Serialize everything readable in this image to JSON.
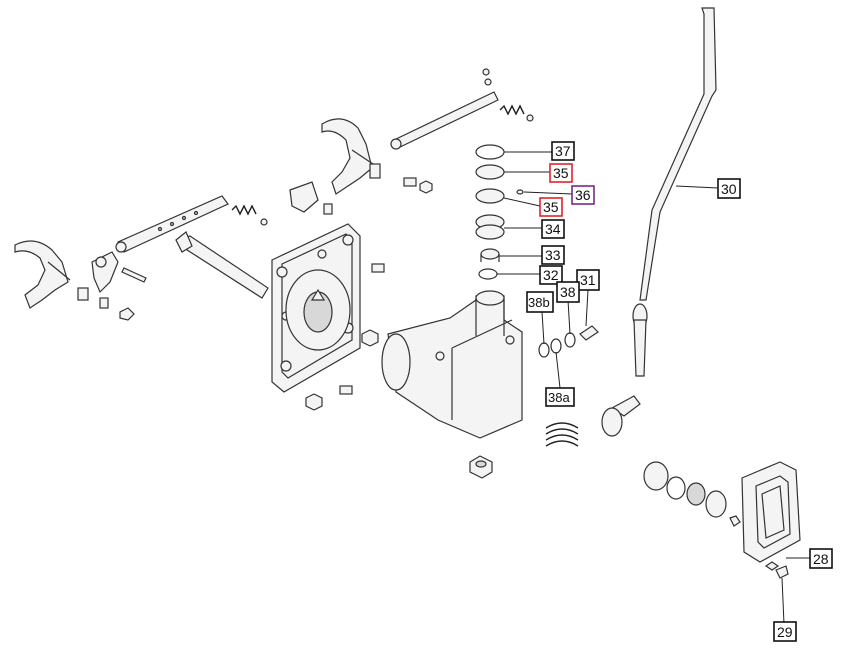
{
  "callouts": {
    "c37": "37",
    "c35a": "35",
    "c36": "36",
    "c35b": "35",
    "c34": "34",
    "c33": "33",
    "c32": "32",
    "c31": "31",
    "c38b": "38b",
    "c38": "38",
    "c38a": "38a",
    "c30": "30",
    "c28": "28",
    "c29": "29"
  },
  "colors": {
    "highlight_red": "#e0242a",
    "highlight_purple": "#7a2a86",
    "line": "#333333"
  }
}
